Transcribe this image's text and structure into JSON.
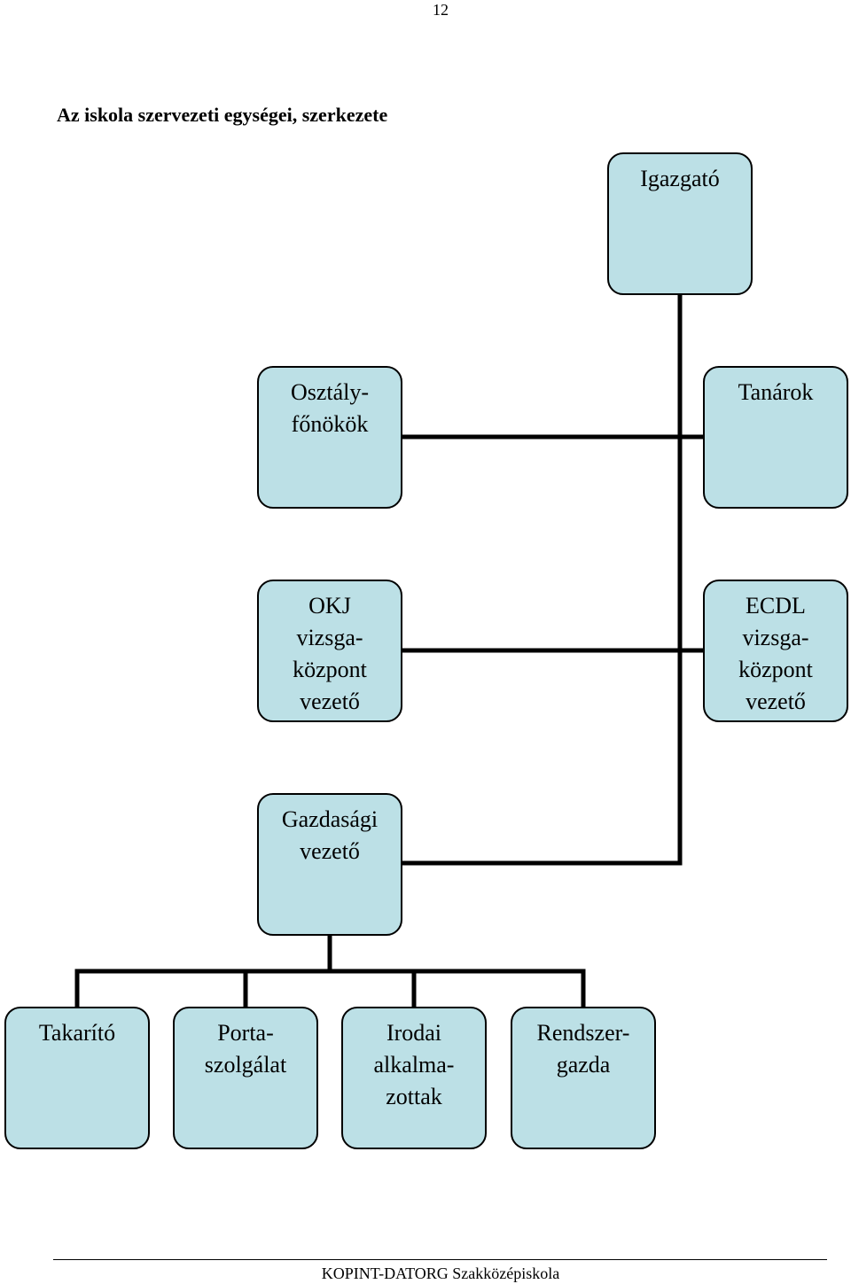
{
  "page_number": "12",
  "title": "Az iskola szervezeti egységei, szerkezete",
  "org_chart": {
    "director": {
      "lines": [
        "Igazgató"
      ]
    },
    "form_teachers": {
      "lines": [
        "Osztály-",
        "főnökök"
      ]
    },
    "teachers": {
      "lines": [
        "Tanárok"
      ]
    },
    "okj_exam_center_head": {
      "lines": [
        "OKJ",
        "vizsga-",
        "központ",
        "vezető"
      ]
    },
    "ecdl_exam_center_head": {
      "lines": [
        "ECDL",
        "vizsga-",
        "központ",
        "vezető"
      ]
    },
    "economic_head": {
      "lines": [
        "Gazdasági",
        "vezető"
      ]
    },
    "cleaner": {
      "lines": [
        "Takarító"
      ]
    },
    "porter_service": {
      "lines": [
        "Porta-",
        "szolgálat"
      ]
    },
    "office_staff": {
      "lines": [
        "Irodai",
        "alkalma-",
        "zottak"
      ]
    },
    "system_admin": {
      "lines": [
        "Rendszer-",
        "gazda"
      ]
    }
  },
  "footer": "KOPINT-DATORG Szakközépiskola"
}
